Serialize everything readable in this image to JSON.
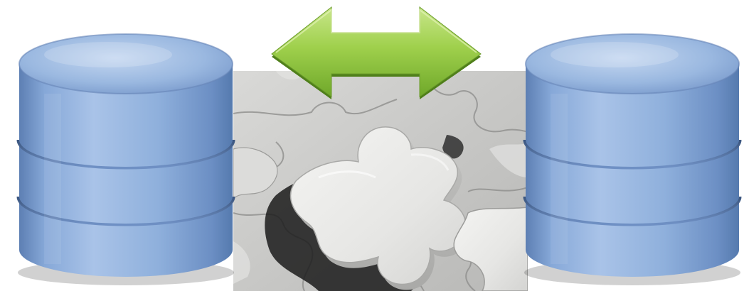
{
  "scene": {
    "background_color": "#ffffff",
    "left_database": {
      "icon": "database-cylinder-icon",
      "tiers": 3,
      "color": "#8fb0dc"
    },
    "right_database": {
      "icon": "database-cylinder-icon",
      "tiers": 3,
      "color": "#8fb0dc"
    },
    "center_image": {
      "subject": "jigsaw-puzzle-pieces",
      "color": "#c9c9c7"
    },
    "sync_arrow": {
      "icon": "double-headed-arrow-icon",
      "direction": "bidirectional",
      "color": "#8ec63f"
    }
  }
}
